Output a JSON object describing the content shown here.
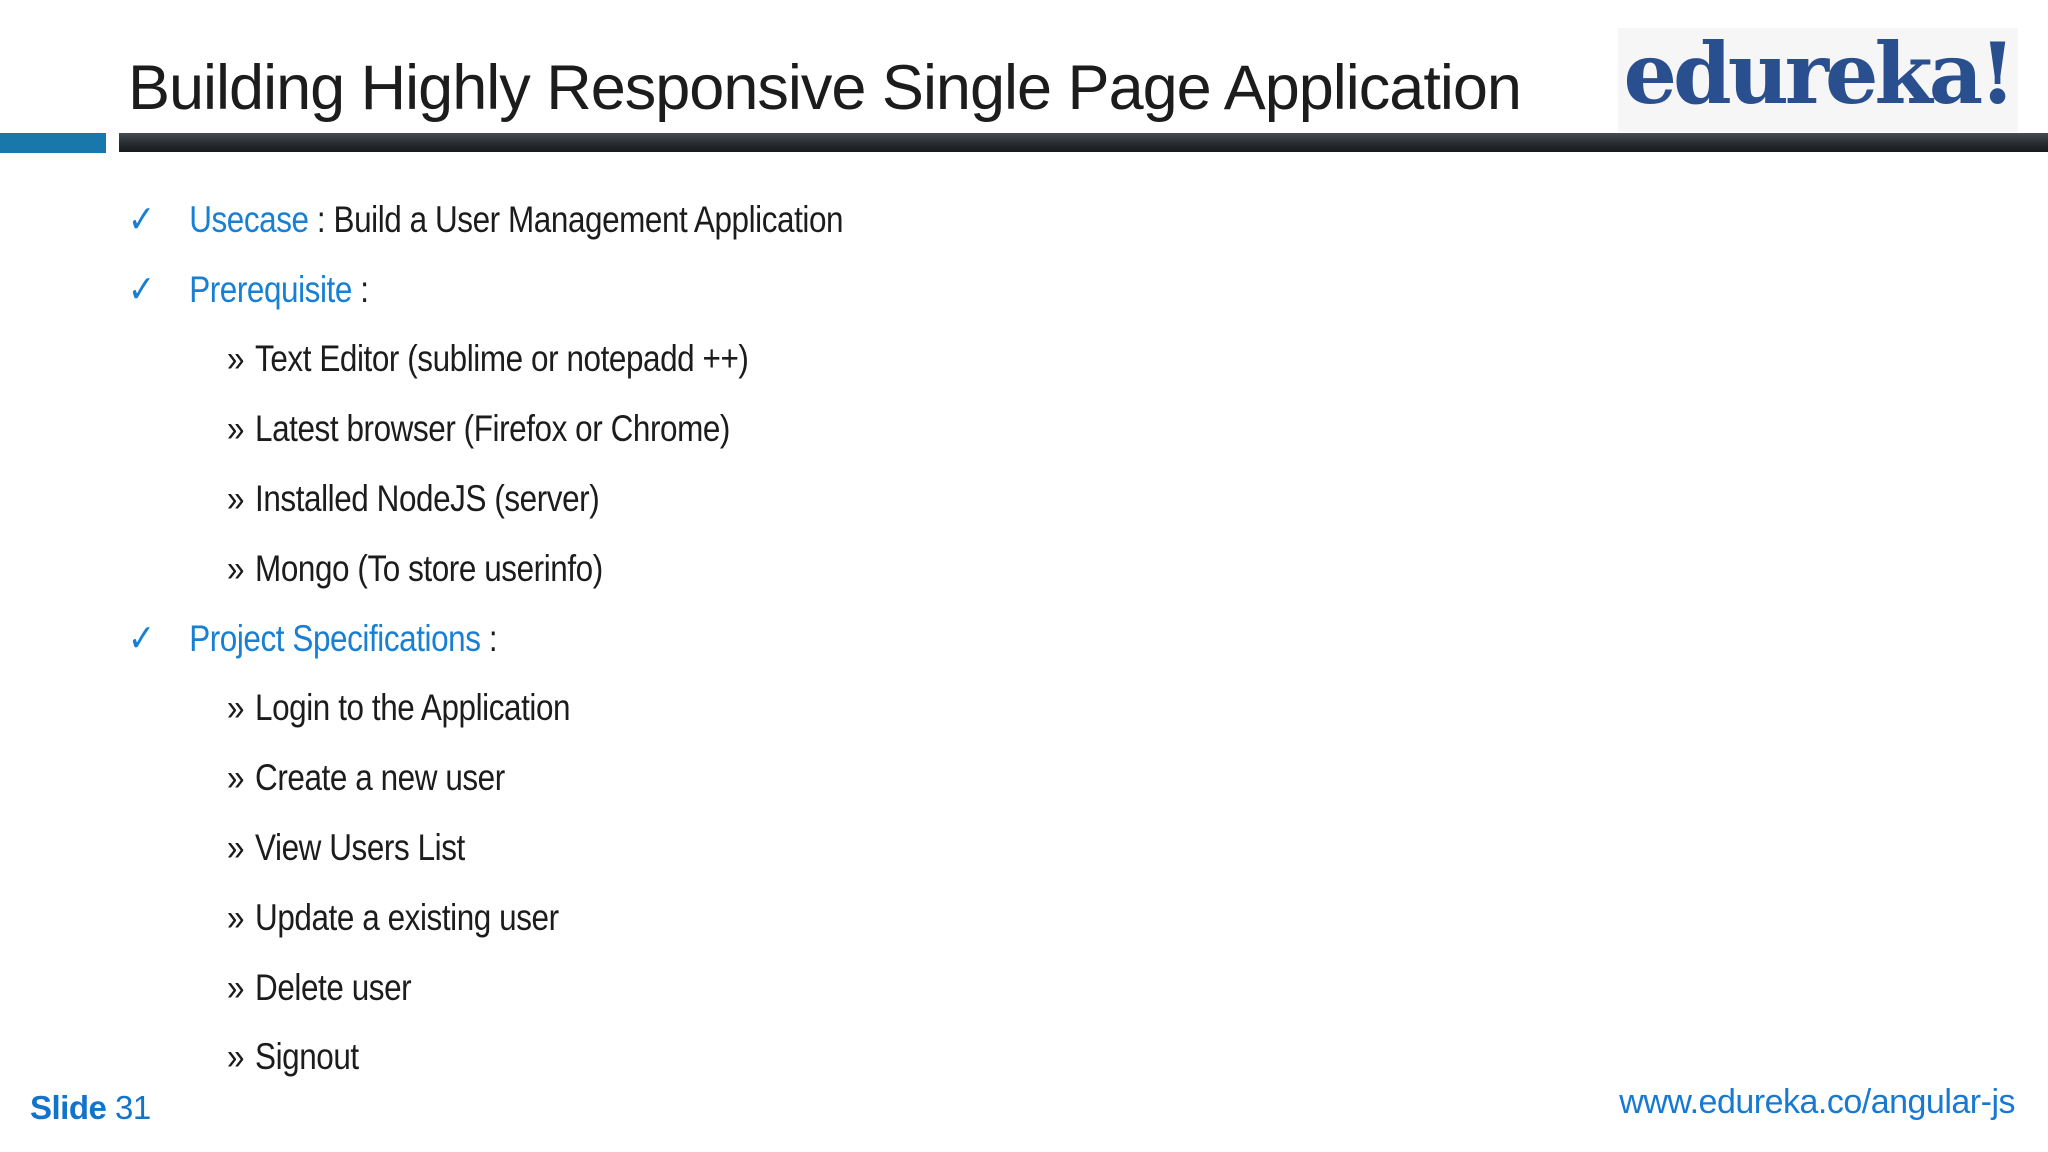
{
  "slide": {
    "title": "Building Highly Responsive Single Page Application",
    "logo_text": "edureka!",
    "glyphs": {
      "check": "✓",
      "sub_bullet": "»"
    },
    "colors": {
      "accent_blue": "#1878ab",
      "label_blue": "#187fd2",
      "link_blue": "#1879d2",
      "footer_blue": "#1273cb",
      "logo_blue": "#2a4f8f",
      "text_dark": "#1c1c1c",
      "divider_dark": "#24282c"
    },
    "bullets": [
      {
        "type": "main",
        "label": "Usecase",
        "rest": " : Build a User Management Application"
      },
      {
        "type": "main",
        "label": "Prerequisite",
        "rest": " :"
      },
      {
        "type": "sub",
        "text": "Text Editor (sublime or notepadd ++)"
      },
      {
        "type": "sub",
        "text": "Latest browser (Firefox or Chrome)"
      },
      {
        "type": "sub",
        "text": "Installed NodeJS (server)"
      },
      {
        "type": "sub",
        "text": "Mongo (To store userinfo)"
      },
      {
        "type": "main",
        "label": "Project Specifications",
        "rest": " :"
      },
      {
        "type": "sub",
        "text": "Login to the Application"
      },
      {
        "type": "sub",
        "text": "Create a new user"
      },
      {
        "type": "sub",
        "text": "View Users List"
      },
      {
        "type": "sub",
        "text": "Update a existing user"
      },
      {
        "type": "sub",
        "text": "Delete user"
      },
      {
        "type": "sub",
        "text": "Signout"
      }
    ],
    "footer": {
      "slide_word": "Slide",
      "slide_number": " 31",
      "url": "www.edureka.co/angular-js"
    }
  }
}
